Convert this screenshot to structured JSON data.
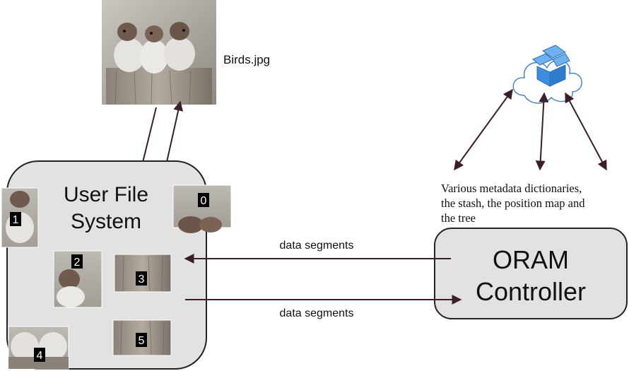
{
  "image_file": {
    "name": "Birds.jpg"
  },
  "user_fs": {
    "title_line1": "User File",
    "title_line2": "System",
    "segments": [
      {
        "label": "0"
      },
      {
        "label": "1"
      },
      {
        "label": "2"
      },
      {
        "label": "3"
      },
      {
        "label": "4"
      },
      {
        "label": "5"
      }
    ]
  },
  "cloud": {
    "icon": "dropbox-box-icon",
    "description_lines": [
      "Various metadata dictionaries,",
      "the stash, the position map and",
      "the tree"
    ]
  },
  "oram": {
    "line1": "ORAM",
    "line2": "Controller"
  },
  "arrows": {
    "to_fs_label": "data segments",
    "to_oram_label": "data segments"
  },
  "colors": {
    "arrow": "#3a1f2b",
    "box_fill": "#e2e2e2",
    "box_stroke": "#222222",
    "cloud_stroke": "#4a86c8",
    "dropbox_blue": "#3c8de0"
  }
}
